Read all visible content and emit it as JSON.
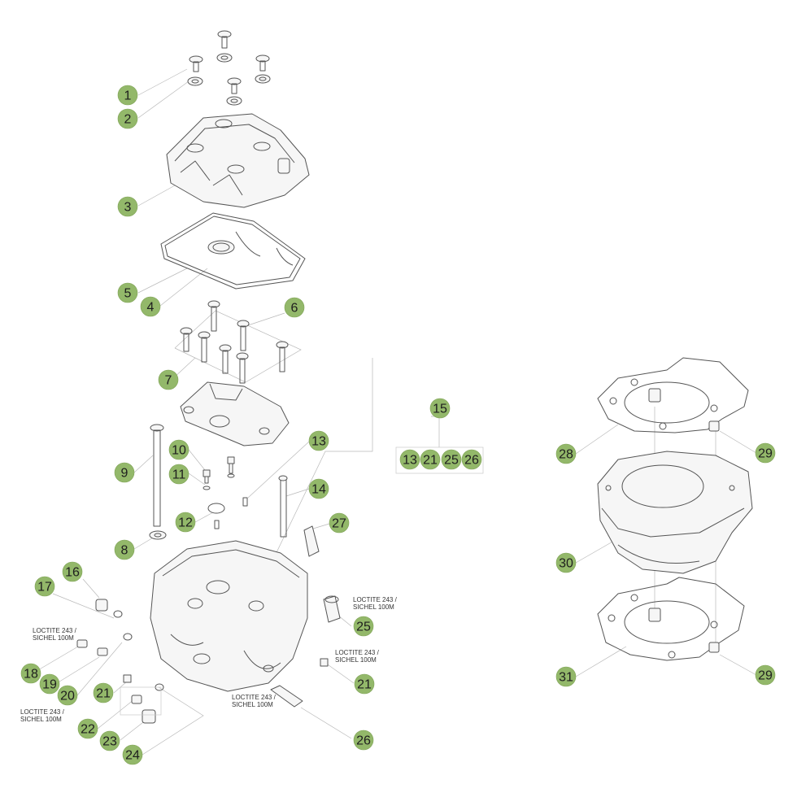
{
  "callouts": [
    "1",
    "2",
    "3",
    "4",
    "5",
    "6",
    "7",
    "8",
    "9",
    "10",
    "11",
    "12",
    "13",
    "14",
    "15",
    "16",
    "17",
    "18",
    "19",
    "20",
    "21",
    "22",
    "23",
    "24",
    "25",
    "26",
    "27",
    "28",
    "29",
    "30",
    "31"
  ],
  "group_15_members": [
    "13",
    "21",
    "25",
    "26"
  ],
  "notes": {
    "loctite_line1": "LOCTITE 243 /",
    "loctite_line2": "SICHEL 100M"
  },
  "colors": {
    "callout_fill": "#93b86a",
    "line": "#b9b9b9",
    "part_stroke": "#555555"
  }
}
